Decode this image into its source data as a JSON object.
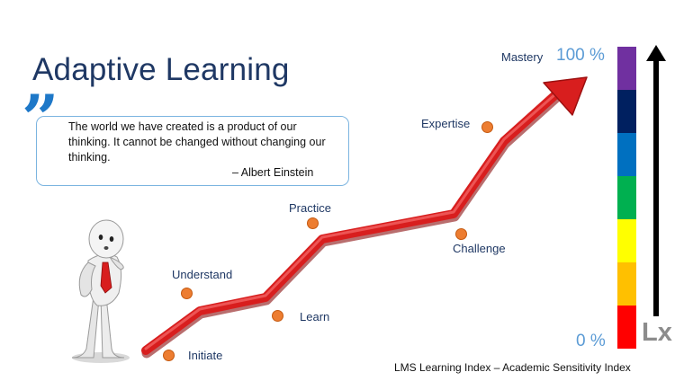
{
  "title": "Adaptive Learning",
  "quote": {
    "mark": "”",
    "text": "The world we have created is a product of our thinking. It cannot be changed without changing our thinking.",
    "author": "– Albert Einstein"
  },
  "steps": [
    {
      "label": "Initiate"
    },
    {
      "label": "Learn"
    },
    {
      "label": "Understand"
    },
    {
      "label": "Practice"
    },
    {
      "label": "Challenge"
    },
    {
      "label": "Expertise"
    },
    {
      "label": "Mastery"
    }
  ],
  "scale": {
    "top_label": "100 %",
    "bottom_label": "0 %",
    "symbol": "Lx",
    "colors": [
      "#7030a0",
      "#002060",
      "#0070c0",
      "#00b050",
      "#ffff00",
      "#ffc000",
      "#ff0000"
    ]
  },
  "footer": "LMS Learning Index – Academic Sensitivity Index",
  "colors": {
    "title": "#1f3864",
    "arrow": "#e02020",
    "dot": "#ed7d31",
    "quote_border": "#7bb4e0",
    "percent": "#5b9bd5"
  },
  "figure": {
    "icon": "thinking-figure-icon"
  }
}
